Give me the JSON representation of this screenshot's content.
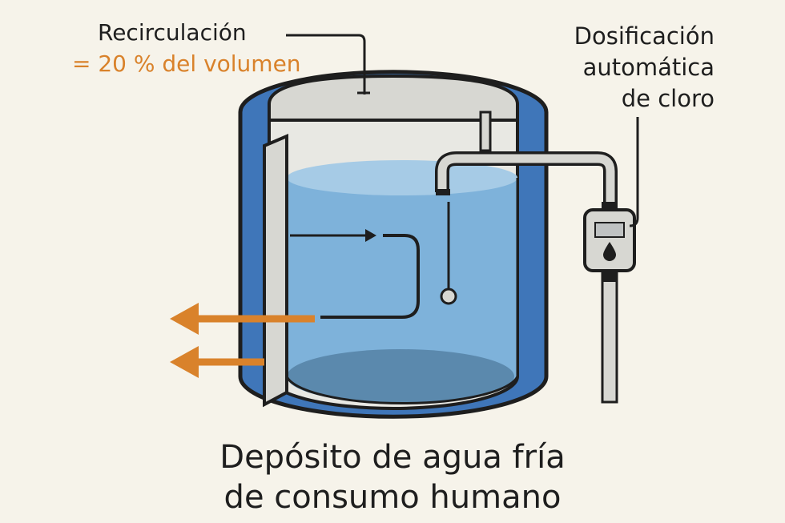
{
  "labels": {
    "recirculation": "Recirculación",
    "recirculation_value": "= 20 % del volumen",
    "dosing_line1": "Dosificación",
    "dosing_line2": "automática",
    "dosing_line3": "de cloro",
    "title_line1": "Depósito de agua fría",
    "title_line2": "de consumo humano"
  },
  "colors": {
    "background": "#f6f3ea",
    "tank_outer_blue": "#3f76b9",
    "water_blue": "#7eb2da",
    "water_dark": "#5b89ad",
    "lid_gray": "#d7d7d2",
    "outline": "#1e1e1e",
    "arrow_orange": "#d9822b"
  },
  "icons": [
    "drop-icon",
    "display-icon"
  ]
}
